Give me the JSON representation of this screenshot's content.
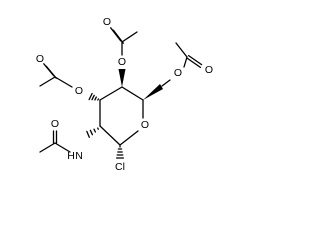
{
  "diagram": {
    "atom_labels": {
      "ring_oxygen": "O",
      "carbonyl_o_topleft": "O",
      "ester_o_c3": "O",
      "carbonyl_o_top": "O",
      "ester_o_c4": "O",
      "carbonyl_o_right": "O",
      "ester_o_c6": "O",
      "carbonyl_o_amide": "O",
      "nitrogen": "N",
      "nitrogen_h": "H",
      "chlorine": "Cl"
    }
  }
}
